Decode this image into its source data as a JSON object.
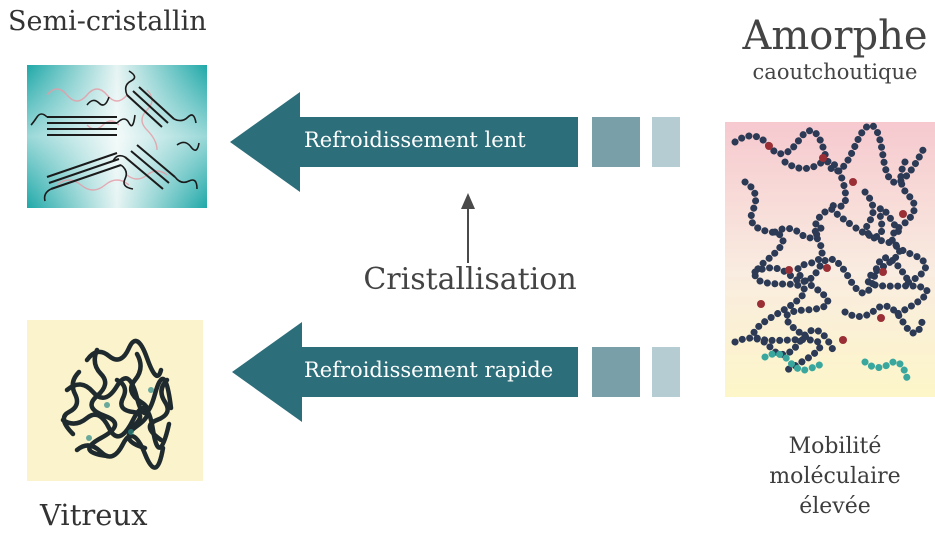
{
  "title_left": "Semi-cristallin",
  "title_right": "Amorphe",
  "subtitle_right": "caoutchoutique",
  "arrows": [
    {
      "label": "Refroidissement lent"
    },
    {
      "label": "Refroidissement rapide"
    }
  ],
  "center_label": "Cristallisation",
  "bottom_left_label": "Vitreux",
  "mobility": [
    "Mobilité",
    "moléculaire",
    "élevée"
  ],
  "colors": {
    "arrow": "#2c6e7a",
    "block_dark": "#79a0a8",
    "block_light": "#b5ccd2",
    "chain_dark": "#2c3a55",
    "crosslink": "#9a2f36",
    "teal_panel": "#2fb3b3",
    "cream_panel": "#fbf3cc"
  },
  "images": [
    {
      "name": "semi-crystalline-structure"
    },
    {
      "name": "glassy-structure"
    },
    {
      "name": "amorphous-rubbery-network"
    }
  ]
}
